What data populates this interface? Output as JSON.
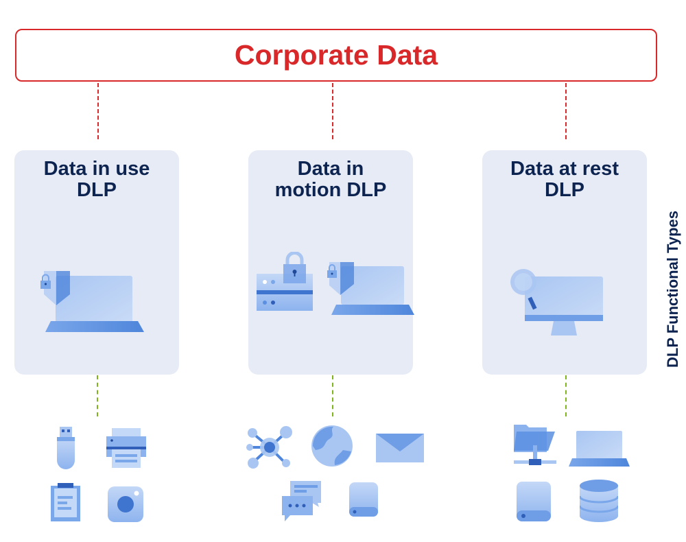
{
  "root": {
    "title": "Corporate Data",
    "color": "#d8282a"
  },
  "side_label": "DLP Functional Types",
  "categories": [
    {
      "title_line1": "Data in use",
      "title_line2": "DLP",
      "illustration": "laptop-with-shield-lock",
      "items": [
        "usb-drive-icon",
        "printer-icon",
        "clipboard-icon",
        "camera-icon"
      ]
    },
    {
      "title_line1": "Data in",
      "title_line2": "motion DLP",
      "illustration": "server-lock-and-laptop-shield",
      "items": [
        "network-icon",
        "globe-icon",
        "email-icon",
        "chat-icon",
        "external-drive-icon"
      ]
    },
    {
      "title_line1": "Data at rest",
      "title_line2": "DLP",
      "illustration": "monitor-with-magnifier",
      "items": [
        "network-folder-icon",
        "laptop-icon",
        "external-drive-icon",
        "database-icon"
      ]
    }
  ],
  "colors": {
    "title": "#0d2350",
    "card_bg": "#e6ebf5",
    "connector_lower": "#7fb51a",
    "icon_blue": "#5b8fe0"
  }
}
